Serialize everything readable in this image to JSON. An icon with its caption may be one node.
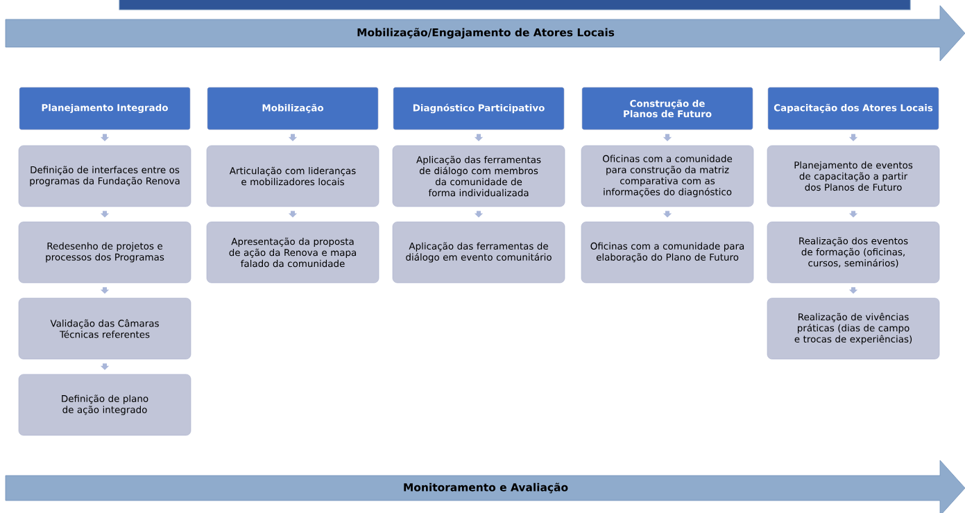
{
  "diagram": {
    "nodes": [
      {
        "text": [
          "Mobilização/Engajamento de Atores Locais"
        ]
      },
      {
        "text": [
          "Planejamento Integrado"
        ]
      },
      {
        "text": [
          "Definição de interfaces entre os programas da Fundação Renova"
        ]
      },
      {
        "text": [
          "Redesenho de projetos e processos dos Programas"
        ]
      },
      {
        "text": [
          "Validação das Câmaras Técnicas referentes"
        ]
      },
      {
        "text": [
          "Definição de plano de ação integrado"
        ]
      },
      {
        "text": [
          "Mobilização"
        ]
      },
      {
        "text": [
          "Articulação com lideranças e mobilizadores locais"
        ]
      },
      {
        "text": [
          "Apresentação da proposta de ação da Renova e mapa falado da comunidade"
        ]
      },
      {
        "text": [
          "Diagnóstico Participativo"
        ]
      },
      {
        "text": [
          "Aplicação das ferramentas de diálogo com membros da comunidade de forma individualizada"
        ]
      },
      {
        "text": [
          "Aplicação das ferramentas de diálogo em evento comunitário"
        ]
      },
      {
        "text": [
          "Construção de Planos de Futuro"
        ]
      },
      {
        "text": [
          "Oficinas com a comunidade para construção da matriz comparativa com as informações do diagnóstico"
        ]
      },
      {
        "text": [
          "Oficinas com a comunidade para elaboração do Plano de Futuro"
        ]
      },
      {
        "text": [
          "Capacitação dos Atores Locais"
        ]
      },
      {
        "text": [
          "Planejamento de eventos de capacitação a partir dos Planos de Futuro"
        ]
      },
      {
        "text": [
          "Realização dos eventos de formação (oficinas, cursos, seminários)"
        ]
      },
      {
        "text": [
          "Realização de vivências práticas (dias de campo e trocas de experiências)"
        ]
      },
      {
        "text": [
          "Monitoramento e Avaliação"
        ]
      },
      {
        "text": [],
        "shape": "box"
      }
    ],
    "edges": [
      {
        "from": 1,
        "to": 2,
        "arrow": "to"
      },
      {
        "from": 2,
        "to": 3,
        "arrow": "to"
      },
      {
        "from": 3,
        "to": 4,
        "arrow": "to"
      },
      {
        "from": 4,
        "to": 5,
        "arrow": "to"
      },
      {
        "from": 6,
        "to": 7,
        "arrow": "to"
      },
      {
        "from": 7,
        "to": 8,
        "arrow": "to"
      },
      {
        "from": 9,
        "to": 10,
        "arrow": "to"
      },
      {
        "from": 10,
        "to": 11,
        "arrow": "to"
      },
      {
        "from": 12,
        "to": 13,
        "arrow": "to"
      },
      {
        "from": 13,
        "to": 14,
        "arrow": "to"
      },
      {
        "from": 15,
        "to": 16,
        "arrow": "to"
      },
      {
        "from": 16,
        "to": 17,
        "arrow": "to"
      },
      {
        "from": 17,
        "to": 18,
        "arrow": "to"
      }
    ]
  }
}
